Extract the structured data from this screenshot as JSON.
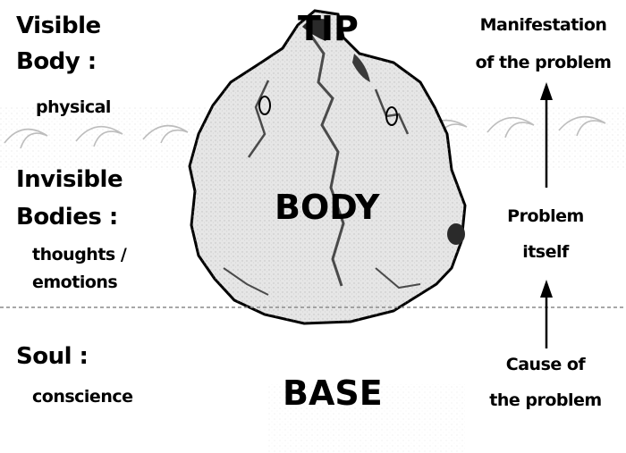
{
  "left_labels": {
    "visible_title_1": "Visible",
    "visible_title_2": "Body :",
    "visible_sub": "physical",
    "invisible_title_1": "Invisible",
    "invisible_title_2": "Bodies :",
    "invisible_sub_1": "thoughts /",
    "invisible_sub_2": "emotions",
    "soul_title": "Soul :",
    "soul_sub": "conscience"
  },
  "center_labels": {
    "tip": "TIP",
    "body": "BODY",
    "base": "BASE"
  },
  "right_labels": {
    "manifestation_1": "Manifestation",
    "manifestation_2": "of the problem",
    "problem_1": "Problem",
    "problem_2": "itself",
    "cause_1": "Cause of",
    "cause_2": "the problem"
  },
  "icons": {
    "rock": "iceberg-rock-icon",
    "arrow": "arrow-up-icon"
  },
  "colors": {
    "ink": "#000000",
    "rock_fill": "#e6e6e6",
    "rock_shadow": "#4a4a4a",
    "waves": "#bdbdbd",
    "waterline": "#8a8a8a"
  }
}
